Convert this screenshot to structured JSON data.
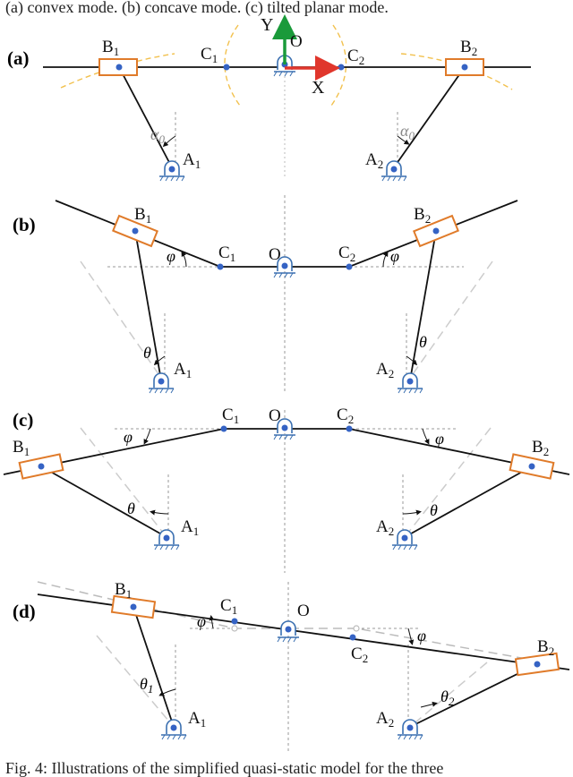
{
  "caption_top": "(a) convex mode. (b) concave mode. (c) tilted planar mode.",
  "caption_bottom": "Fig. 4: Illustrations of the simplified quasi-static model for the three",
  "colors": {
    "slider": "#E07B2A",
    "node": "#3563C4",
    "ground": "#3a6fb0",
    "y_axis": "#1a9a3a",
    "x_axis": "#e0362c",
    "arc": "#F2C14E",
    "link": "#111111",
    "dashed": "#999999"
  },
  "icons": {
    "pivot": "pin-joint-ground-icon",
    "slider": "slider-block-icon"
  },
  "panels": [
    {
      "id": "a",
      "tag": "(a)",
      "labels": {
        "B1": "B",
        "B2": "B",
        "C1": "C",
        "C2": "C",
        "O": "O",
        "A1": "A",
        "A2": "A",
        "s1": "1",
        "s2": "2",
        "angle": "α",
        "angle_sub": "0",
        "X": "X",
        "Y": "Y"
      }
    },
    {
      "id": "b",
      "tag": "(b)",
      "labels": {
        "B1": "B",
        "B2": "B",
        "C1": "C",
        "C2": "C",
        "O": "O",
        "A1": "A",
        "A2": "A",
        "s1": "1",
        "s2": "2",
        "phi": "φ",
        "theta": "θ"
      }
    },
    {
      "id": "c",
      "tag": "(c)",
      "labels": {
        "B1": "B",
        "B2": "B",
        "C1": "C",
        "C2": "C",
        "O": "O",
        "A1": "A",
        "A2": "A",
        "s1": "1",
        "s2": "2",
        "phi": "φ",
        "theta": "θ"
      }
    },
    {
      "id": "d",
      "tag": "(d)",
      "labels": {
        "B1": "B",
        "B2": "B",
        "C1": "C",
        "C2": "C",
        "O": "O",
        "A1": "A",
        "A2": "A",
        "s1": "1",
        "s2": "2",
        "phi": "φ",
        "theta": "θ",
        "t1": "1",
        "t2": "2"
      }
    }
  ]
}
